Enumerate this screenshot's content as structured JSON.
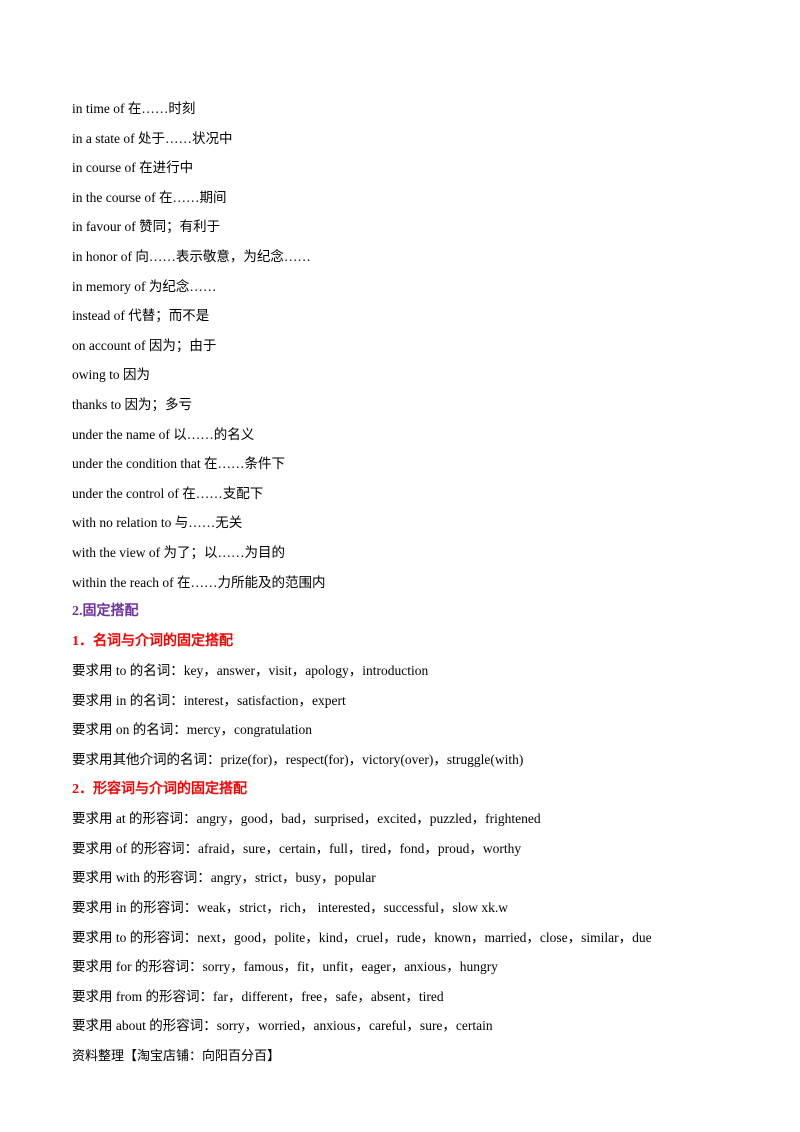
{
  "phrases": [
    "in time of 在……时刻",
    "in a state of 处于……状况中",
    "in course of 在进行中",
    "in the course of 在……期间",
    "in favour of 赞同；有利于",
    "in honor of 向……表示敬意，为纪念……",
    "in memory of 为纪念……",
    "instead of 代替；而不是",
    "on account of 因为；由于",
    "owing to 因为",
    "thanks to 因为；多亏",
    "under the name of 以……的名义",
    "under the condition that 在……条件下",
    "under the control of 在……支配下",
    "with no relation to 与……无关",
    "with the view of 为了；以……为目的",
    "within the reach of 在……力所能及的范围内"
  ],
  "section_title": "2.固定搭配",
  "noun_heading": "1．名词与介词的固定搭配",
  "noun_lines": [
    "要求用 to 的名词：key，answer，visit，apology，introduction",
    "要求用 in 的名词：interest，satisfaction，expert",
    "要求用 on 的名词：mercy，congratulation",
    "要求用其他介词的名词：prize(for)，respect(for)，victory(over)，struggle(with)"
  ],
  "adj_heading": "2．形容词与介词的固定搭配",
  "adj_lines": [
    "要求用 at 的形容词：angry，good，bad，surprised，excited，puzzled，frightened",
    "要求用 of 的形容词：afraid，sure，certain，full，tired，fond，proud，worthy",
    "要求用 with 的形容词：angry，strict，busy，popular",
    "要求用 in 的形容词：weak，strict，rich，  interested，successful，slow xk.w",
    "要求用 to 的形容词：next，good，polite，kind，cruel，rude，known，married，close，similar，due",
    "要求用 for 的形容词：sorry，famous，fit，unfit，eager，anxious，hungry",
    "要求用 from 的形容词：far，different，free，safe，absent，tired",
    "要求用 about 的形容词：sorry，worried，anxious，careful，sure，certain"
  ],
  "footer": "资料整理【淘宝店铺：向阳百分百】"
}
